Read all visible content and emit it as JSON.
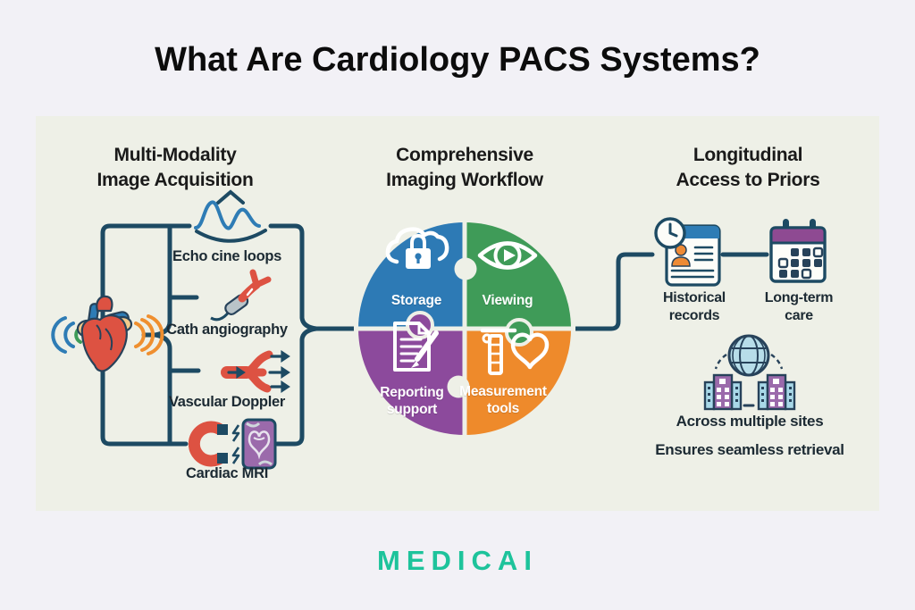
{
  "title": "What Are Cardiology PACS Systems?",
  "brand": {
    "logo_text": "MEDICAI",
    "logo_color": "#1dc39b"
  },
  "colors": {
    "page_bg": "#f2f1f6",
    "panel_bg": "#eef0e7",
    "connector_line": "#1d4a63",
    "ink": "#1c2a33",
    "storage_blue": "#2d7ab5",
    "viewing_green": "#3f9b58",
    "reporting_purple": "#8c4a9c",
    "measurement_orange": "#ee8a2b",
    "accent_red": "#dd5242",
    "accent_orange": "#ee8a35",
    "accent_lightblue": "#a8d8e8",
    "accent_tan": "#f3c98b"
  },
  "acquisition": {
    "heading": [
      "Multi-Modality",
      "Image Acquisition"
    ],
    "source_icon": "heart-ultrasound-icon",
    "items": [
      {
        "label": "Echo cine loops",
        "icon": "echo-waveform-icon"
      },
      {
        "label": "Cath angiography",
        "icon": "catheter-icon"
      },
      {
        "label": "Vascular Doppler",
        "icon": "doppler-flow-icon"
      },
      {
        "label": "Cardiac MRI",
        "icon": "magnet-mri-icon"
      }
    ]
  },
  "workflow": {
    "heading": [
      "Comprehensive",
      "Imaging Workflow"
    ],
    "pieces": [
      {
        "label": [
          "Storage"
        ],
        "color": "#2d7ab5",
        "icon": "cloud-lock-icon"
      },
      {
        "label": [
          "Viewing"
        ],
        "color": "#3f9b58",
        "icon": "eye-play-icon"
      },
      {
        "label": [
          "Reporting",
          "support"
        ],
        "color": "#8c4a9c",
        "icon": "report-pencil-icon"
      },
      {
        "label": [
          "Measurement",
          "tools"
        ],
        "color": "#ee8a2b",
        "icon": "caliper-heart-icon"
      }
    ]
  },
  "priors": {
    "heading": [
      "Longitudinal",
      "Access to Priors"
    ],
    "items": [
      {
        "label": [
          "Historical",
          "records"
        ],
        "icon": "clock-record-icon"
      },
      {
        "label": [
          "Long-term",
          "care"
        ],
        "icon": "calendar-icon"
      }
    ],
    "sites_icon": "globe-buildings-icon",
    "notes": [
      "Across multiple sites",
      "Ensures seamless retrieval"
    ]
  }
}
